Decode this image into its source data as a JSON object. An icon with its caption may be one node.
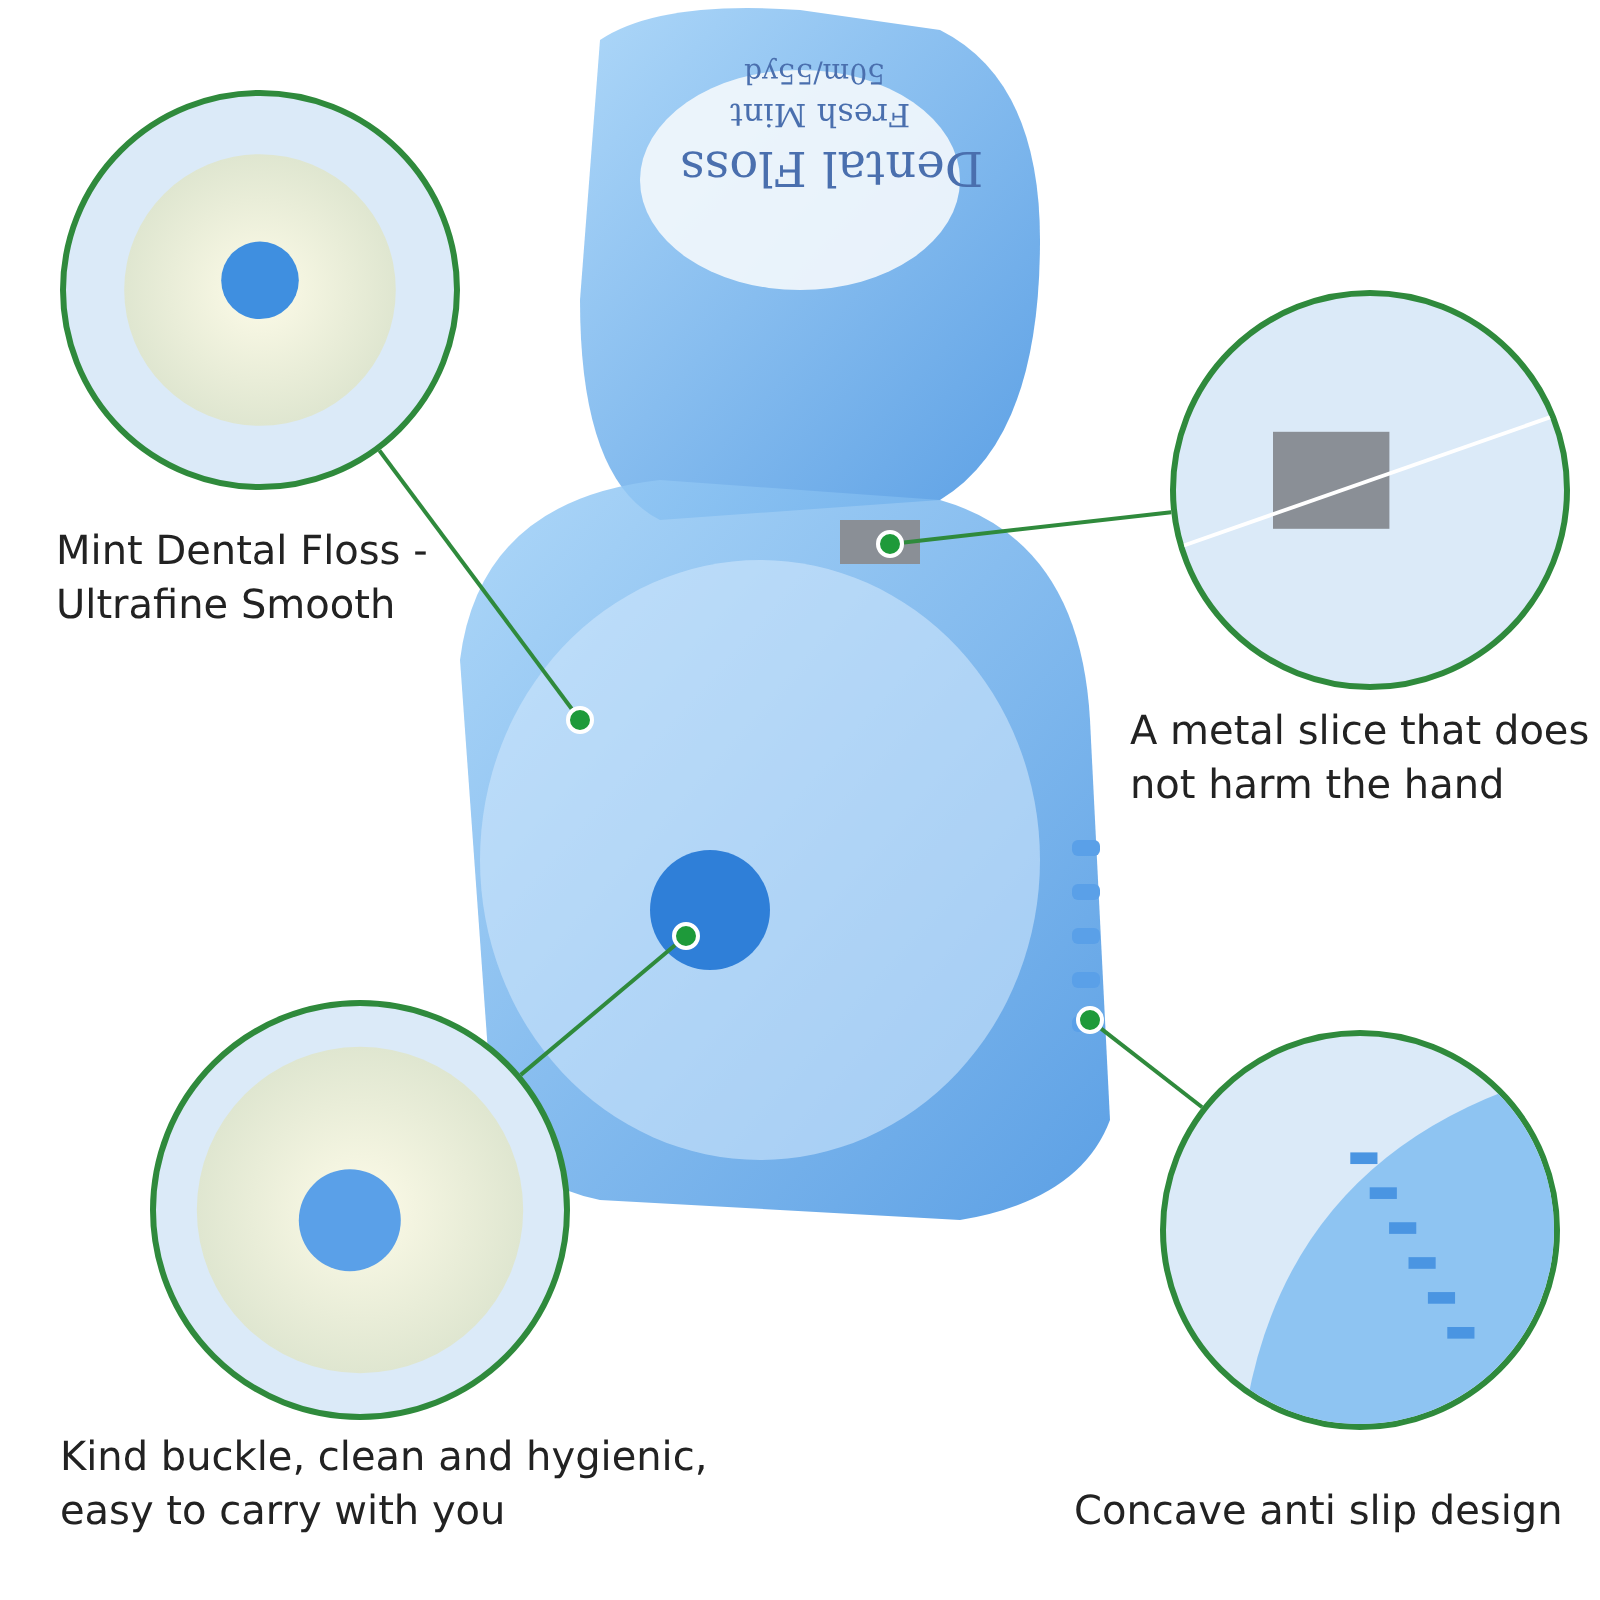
{
  "diagram": {
    "nodes": [
      {
        "text": [],
        "shape": "picture",
        "beside": [
          "Mint Dental Floss - Ultrafine Smooth"
        ]
      },
      {
        "text": [],
        "shape": "picture",
        "beside": [
          "A metal slice that does not harm the hand"
        ]
      },
      {
        "text": [],
        "shape": "picture",
        "beside": [
          "Kind buckle, clean and hygienic, easy to carry with you"
        ]
      },
      {
        "text": [],
        "shape": "picture",
        "beside": [
          "Concave anti slip design"
        ]
      },
      {
        "text": [],
        "shape": "circle"
      },
      {
        "text": [],
        "shape": "circle"
      },
      {
        "text": [],
        "shape": "circle"
      },
      {
        "text": [],
        "shape": "circle"
      }
    ],
    "edges": [
      {
        "from": 0,
        "to": 4,
        "arrow": "none"
      },
      {
        "from": 1,
        "to": 5,
        "arrow": "none"
      },
      {
        "from": 2,
        "to": 6,
        "arrow": "none"
      },
      {
        "from": 3,
        "to": 7,
        "arrow": "none"
      }
    ],
    "labels": [
      "Dental Floss",
      "Fresh Mint",
      "50m/55yd"
    ]
  }
}
